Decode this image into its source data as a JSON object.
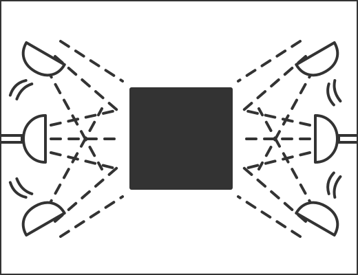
{
  "diagram": {
    "subject": "square-object",
    "lights": [
      {
        "id": "top-left",
        "icon": "lamp-icon"
      },
      {
        "id": "middle-left",
        "icon": "lamp-icon"
      },
      {
        "id": "bottom-left",
        "icon": "lamp-icon"
      },
      {
        "id": "top-right",
        "icon": "lamp-icon"
      },
      {
        "id": "middle-right",
        "icon": "lamp-icon"
      },
      {
        "id": "bottom-right",
        "icon": "lamp-icon"
      }
    ]
  },
  "colors": {
    "ink": "#333333",
    "fill": "#333333",
    "background": "#ffffff"
  }
}
